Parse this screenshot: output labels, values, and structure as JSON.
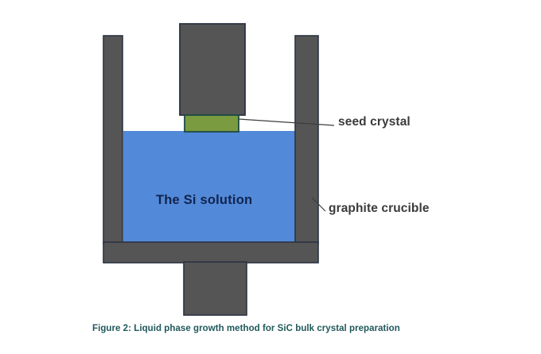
{
  "figure": {
    "caption": "Figure 2: Liquid phase growth method for SiC bulk crystal preparation",
    "caption_color": "#20585c",
    "background_color": "#ffffff"
  },
  "diagram": {
    "title_internal": "Liquid phase growth method for SiC bulk crystal preparation",
    "parts": {
      "seed_rod": {
        "name": "seed-holder-rod",
        "label": "",
        "fill": "#555555",
        "stroke": "#2b3443"
      },
      "seed_crystal": {
        "name": "seed-crystal",
        "label": "seed crystal",
        "fill": "#7a9b3f",
        "stroke": "#1f4a46"
      },
      "si_solution": {
        "name": "si-solution",
        "label": "The Si solution",
        "fill": "#5289d8",
        "text_color": "#11244e"
      },
      "graphite_crucible": {
        "name": "graphite-crucible",
        "label": "graphite crucible",
        "fill": "#555555",
        "stroke": "#2b3443"
      },
      "support_stem": {
        "name": "support-stem",
        "label": "",
        "fill": "#555555",
        "stroke": "#2b3443"
      }
    },
    "leader_lines": [
      {
        "name": "leader-seed-crystal",
        "from": "seed-crystal",
        "to": "seed crystal"
      },
      {
        "name": "leader-graphite-crucible",
        "from": "graphite-crucible",
        "to": "graphite crucible"
      }
    ]
  },
  "labels": {
    "seed_crystal": "seed crystal",
    "graphite_crucible": "graphite crucible",
    "si_solution": "The Si solution"
  }
}
